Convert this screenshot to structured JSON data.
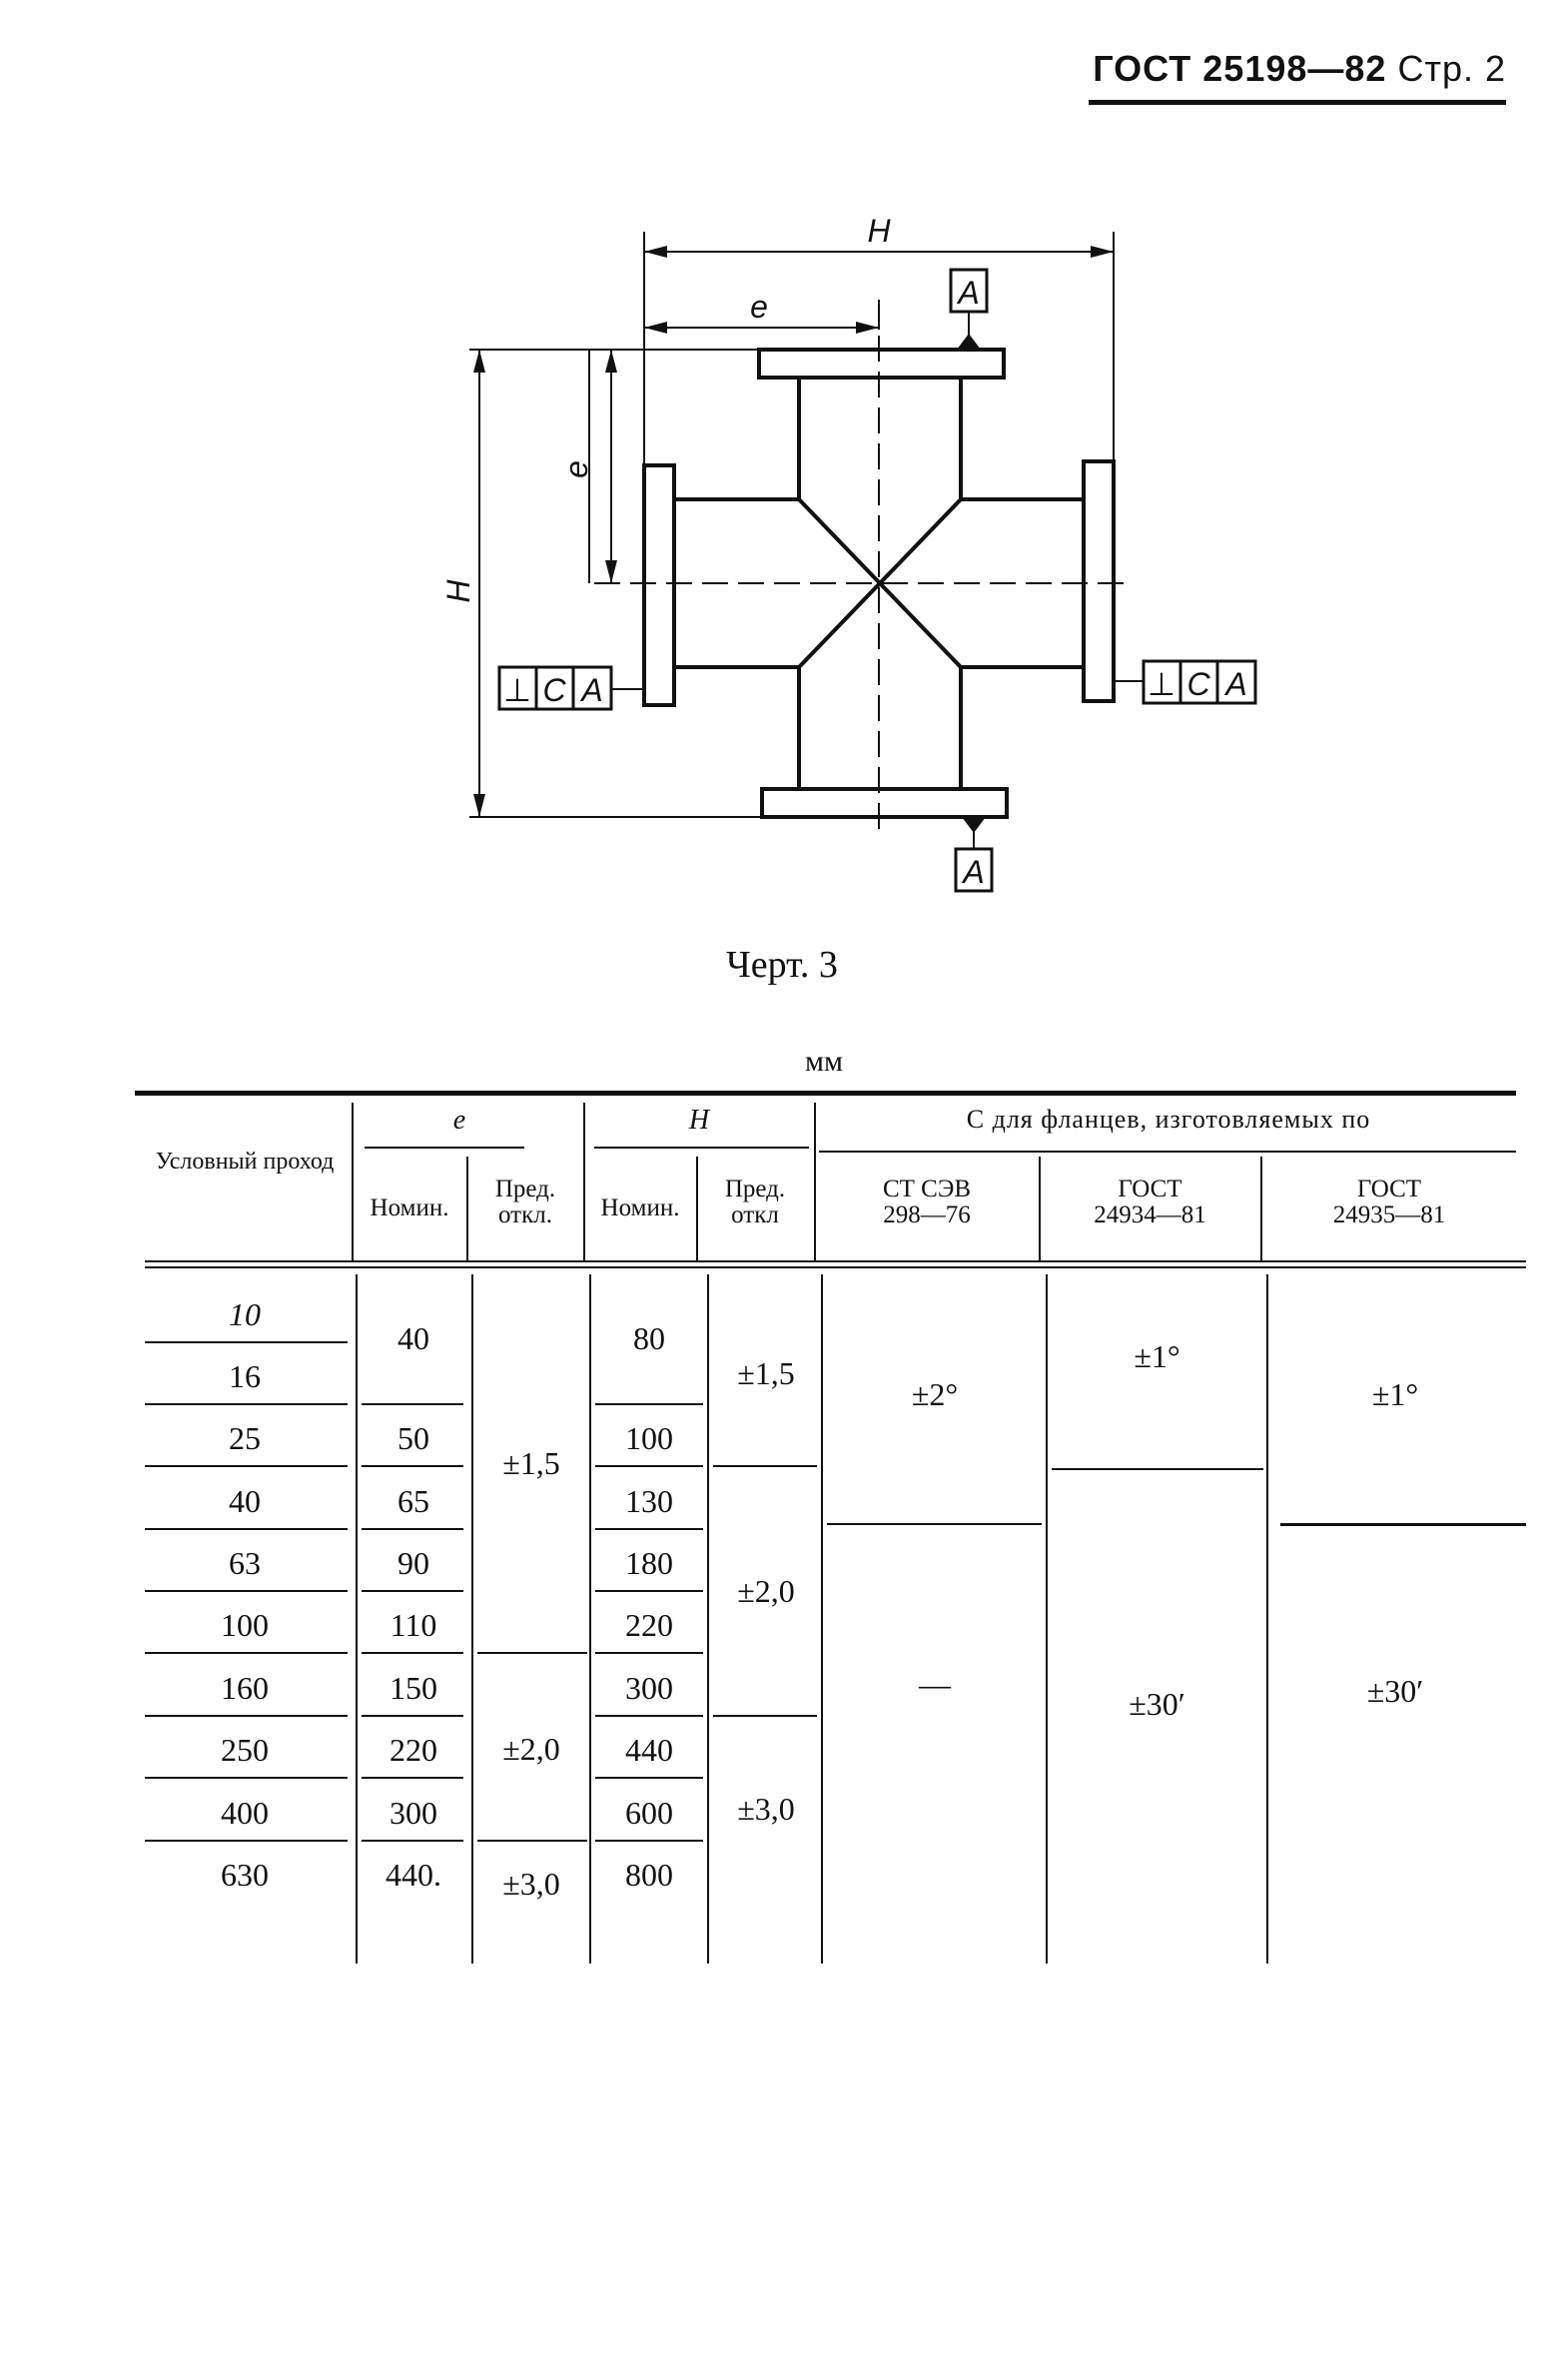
{
  "header": {
    "standard": "ГОСТ 25198—82",
    "page": "Стр. 2"
  },
  "drawing": {
    "dimension_H_top": "H",
    "dimension_e_top": "e",
    "dimension_e_left": "e",
    "dimension_H_left": "H",
    "datum_top": "A",
    "datum_bottom": "A",
    "frame_left": [
      "⊥",
      "C",
      "A"
    ],
    "frame_right": [
      "⊥",
      "C",
      "A"
    ],
    "caption": "Черт. 3"
  },
  "table": {
    "units": "мм",
    "headers": {
      "nominal_bore": "Условный проход",
      "e": "e",
      "H": "H",
      "C_group": "C для фланцев, изготовляемых по",
      "nom": "Номин.",
      "tol_line1": "Пред.",
      "tol_line2": "откл.",
      "tol_line2_H": "откл",
      "std1_line1": "СТ СЭВ",
      "std1_line2": "298—76",
      "std2_line1": "ГОСТ",
      "std2_line2": "24934—81",
      "std3_line1": "ГОСТ",
      "std3_line2": "24935—81"
    },
    "bores": [
      "10",
      "16",
      "25",
      "40",
      "63",
      "100",
      "160",
      "250",
      "400",
      "630"
    ],
    "e_nom": [
      "40",
      "50",
      "65",
      "90",
      "110",
      "150",
      "220",
      "300",
      "440."
    ],
    "e_tol": [
      "±1,5",
      "±2,0",
      "±3,0"
    ],
    "H_nom": [
      "80",
      "100",
      "130",
      "180",
      "220",
      "300",
      "440",
      "600",
      "800"
    ],
    "H_tol": [
      "±1,5",
      "±2,0",
      "±3,0"
    ],
    "c_std1": [
      "±2°",
      "—"
    ],
    "c_std2": [
      "±1°",
      "±30′"
    ],
    "c_std3": [
      "±1°",
      "±30′"
    ]
  }
}
